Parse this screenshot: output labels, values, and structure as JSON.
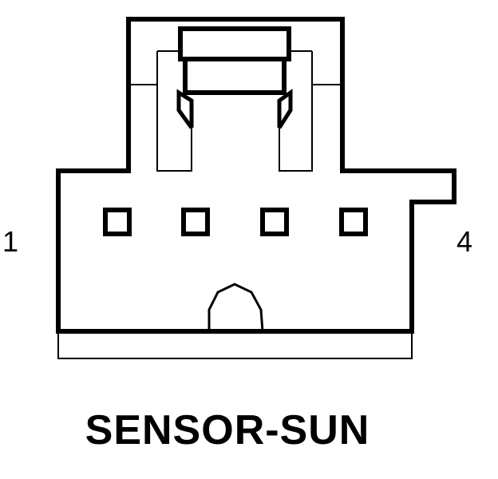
{
  "diagram": {
    "pin_start_label": "1",
    "pin_end_label": "4",
    "caption": "SENSOR-SUN",
    "pin_count": 4,
    "line_color": "#000000",
    "background_color": "#ffffff"
  }
}
